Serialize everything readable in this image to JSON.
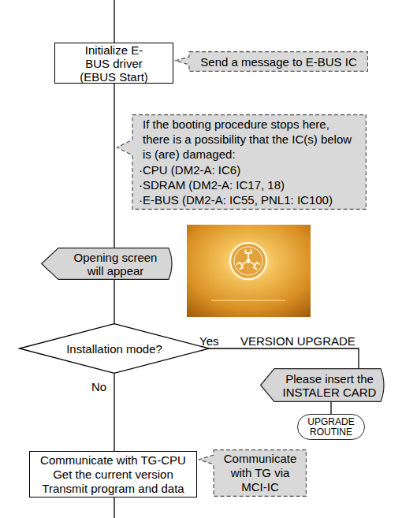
{
  "diagram": {
    "nodes": [
      {
        "text": [
          "Initialize E-BUS driver (EBUS Start)"
        ]
      },
      {
        "text": [
          "Send a message to E-BUS IC"
        ]
      },
      {
        "text": [
          "If the booting procedure stops here, there is a possibility that the IC(s) below is (are) damaged:",
          "·CPU (DM2-A: IC6)",
          "·SDRAM (DM2-A: IC17, 18)",
          "·E-BUS (DM2-A: IC55, PNL1: IC100)"
        ]
      },
      {
        "text": [
          "Opening screen will appear"
        ]
      },
      {
        "text": [
          "Installation mode?"
        ]
      },
      {
        "text": [
          "Please insert the INSTALER CARD"
        ]
      },
      {
        "text": [
          "UPGRADE ROUTINE"
        ]
      },
      {
        "text": [
          "Communicate with TG-CPU",
          "Get the current version",
          "Transmit program and data"
        ]
      },
      {
        "text": [
          "Communicate with TG via MCI-IC"
        ]
      }
    ],
    "edges": [
      {
        "from": 0,
        "to": 3,
        "arrow": "none"
      },
      {
        "from": 3,
        "to": 4,
        "arrow": "none"
      },
      {
        "from": 4,
        "to": 5,
        "label": "Yes",
        "arrow": "none"
      },
      {
        "from": 5,
        "to": 6,
        "arrow": "none"
      },
      {
        "from": 4,
        "to": 7,
        "label": "No",
        "arrow": "none"
      }
    ],
    "labels": [
      "VERSION UPGRADE"
    ]
  }
}
